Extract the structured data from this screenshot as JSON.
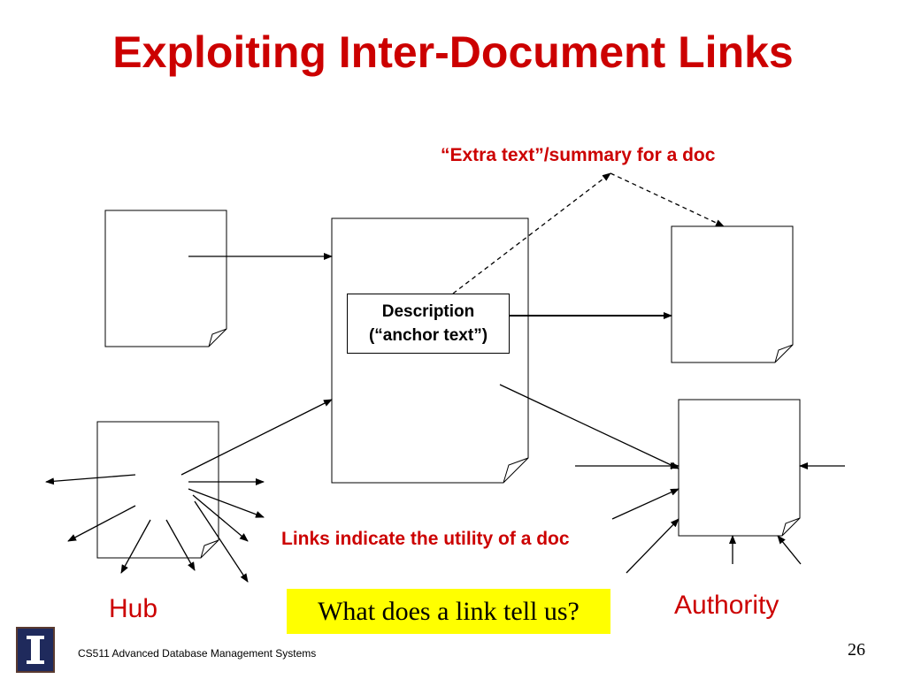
{
  "slide": {
    "title": "Exploiting Inter-Document Links",
    "extra_text_label": "“Extra text”/summary for a doc",
    "description_line1": "Description",
    "description_line2": "(“anchor text”)",
    "links_label": "Links indicate the utility of a doc",
    "hub_label": "Hub",
    "authority_label": "Authority",
    "question": "What does a link tell us?",
    "footer": "CS511 Advanced Database Management Systems",
    "page_number": "26",
    "logo_text": "I"
  },
  "colors": {
    "accent": "#cc0000",
    "highlight": "#ffff00",
    "logo": "#1f2a5c"
  }
}
